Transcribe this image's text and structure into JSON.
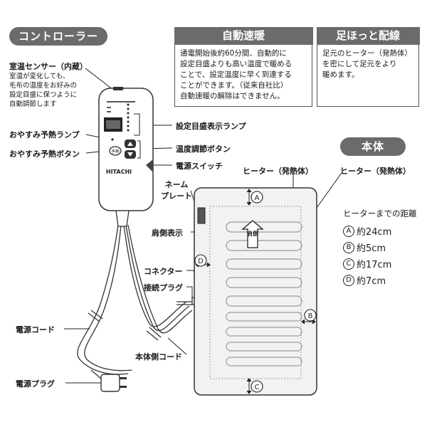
{
  "controller_section": {
    "title": "コントローラー",
    "sensor_title": "室温センサー（内蔵）",
    "sensor_desc": [
      "室温が変化しても、",
      "毛布の温度をお好みの",
      "設定目盛に保つように",
      "自動調節します"
    ],
    "sleep_lamp": "おやすみ予熱ランプ",
    "sleep_button": "おやすみ予熱ボタン",
    "setting_lamp": "設定目盛表示ランプ",
    "temp_button": "温度調節ボタン",
    "power_switch": "電源スイッチ",
    "power_cord": "電源コード",
    "power_plug": "電源プラグ",
    "connector": "コネクター",
    "connect_plug": "接続プラグ",
    "body_cord": "本体側コード",
    "brand": "HITACHI"
  },
  "auto_heat": {
    "title": "自動速暖",
    "lines": [
      "通電開始後約60分間、自動的に",
      "設定目盛よりも高い温度で暖める",
      "ことで、設定温度に早く到達する",
      "ことができます。（従来自社比）",
      "自動速暖の解除はできません。"
    ]
  },
  "foot_wiring": {
    "title": "足ほっと配線",
    "lines": [
      "足元のヒーター（発熱体）",
      "を密にして足元をより",
      "暖めます。"
    ]
  },
  "body_section": {
    "title": "本体",
    "heater_label_left": "ヒーター（発熱体）",
    "heater_label_right": "ヒーター（発熱体）",
    "nameplate": [
      "ネーム",
      "プレート"
    ],
    "shoulder_label": "肩側表示",
    "shoulder_mark": "肩側",
    "distance_title": "ヒーターまでの距離",
    "distances": [
      {
        "key": "A",
        "value": "約24cm"
      },
      {
        "key": "B",
        "value": "約5cm"
      },
      {
        "key": "C",
        "value": "約17cm"
      },
      {
        "key": "D",
        "value": "約7cm"
      }
    ]
  }
}
